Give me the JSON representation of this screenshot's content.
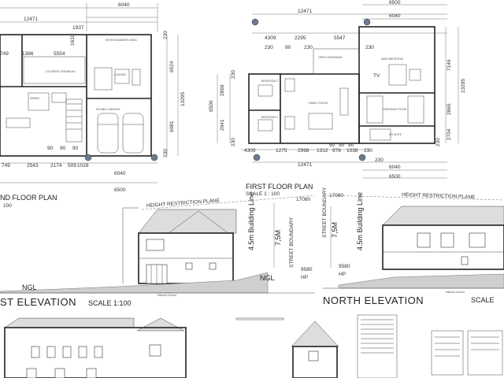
{
  "plans": {
    "ground": {
      "title": "ND FLOOR PLAN",
      "scale": "100",
      "dims": {
        "top_overall": "12471",
        "top_right": "6040",
        "top_small": "1937",
        "left_a": "1386",
        "left_b": "5554",
        "side_a": "1610",
        "side_b": "230",
        "side_c": "749",
        "v_a": "6524",
        "v_b": "13295",
        "v_c": "6081",
        "v_d": "230",
        "v_e": "230",
        "bottom_a": "2543",
        "bottom_b": "2174",
        "bottom_c": "509",
        "bottom_d": "1028",
        "bottom_e": "6040",
        "bottom_f": "6500",
        "bottom_g": "749",
        "row_a": "90",
        "row_b": "90",
        "row_c": "90"
      },
      "rooms": {
        "entertainment": "ENTERTAINMENT AREA",
        "covered_verandah": "COVERED VERANDAH",
        "lounge": "LOUNGE",
        "dining": "DINING",
        "double_garage": "DOUBLE GARAGE"
      }
    },
    "first": {
      "title": "FIRST FLOOR PLAN",
      "scale": "SCALE 1 : 100",
      "dims": {
        "top_overall": "12471",
        "top_right": "6040",
        "top_right2": "6500",
        "t_a": "4309",
        "t_b": "2295",
        "t_c": "5547",
        "t_d": "230",
        "t_e": "230",
        "t_f": "90",
        "t_g": "230",
        "l_a": "2869",
        "l_b": "6500",
        "l_c": "2941",
        "l_d": "230",
        "l_e": "230",
        "r_a": "7146",
        "r_b": "13295",
        "r_c": "2865",
        "r_d": "2704",
        "r_e": "230",
        "b_a": "4309",
        "b_b": "1275",
        "b_c": "2998",
        "b_d": "1312",
        "b_e": "978",
        "b_f": "1038",
        "b_g": "230",
        "b_h": "12471",
        "b_i": "6040",
        "b_j": "6500",
        "b_k": "230",
        "b_l": "90",
        "b_m": "90",
        "b_n": "90"
      },
      "rooms": {
        "open_verandah": "OPEN VERANDAH",
        "main_bedroom": "MAIN BEDROOM",
        "bedroom_2": "BEDROOM 2",
        "bedroom_3": "BEDROOM 3",
        "family_room": "FAMILY ROOM",
        "dressing_room": "DRESSING ROOM",
        "en_suite": "EN SUITE",
        "tv": "TV"
      }
    }
  },
  "elevations": {
    "height_plane": "HEIGHT RESTRICTION PLANE",
    "height_plane_2": "HEIGHT RESTRICTION PLANE",
    "h_17080": "17080",
    "h_17080_b": "17080",
    "building_line": "4.5m Building Line",
    "building_line_2": "4.5m Building Line",
    "street_boundary": "STREET BOUNDARY",
    "street_boundary_2": "STREET BOUNDARY",
    "dim_75": "7,5M",
    "dim_75_b": "7,5M",
    "hp_9580": "9580",
    "hp_label": "HP",
    "hp_9580_b": "9580",
    "hp_label_b": "HP",
    "ngl": "NGL",
    "ngl_b": "NGL",
    "west_title": "ST ELEVATION",
    "west_scale": "SCALE 1:100",
    "north_title": "NORTH ELEVATION",
    "north_scale": "SCALE",
    "natural_ground": "Natural Ground",
    "natural_ground_b": "Natural Ground"
  },
  "colors": {
    "line": "#222222",
    "hatch": "#cccccc",
    "marker": "#6b7a8f"
  }
}
